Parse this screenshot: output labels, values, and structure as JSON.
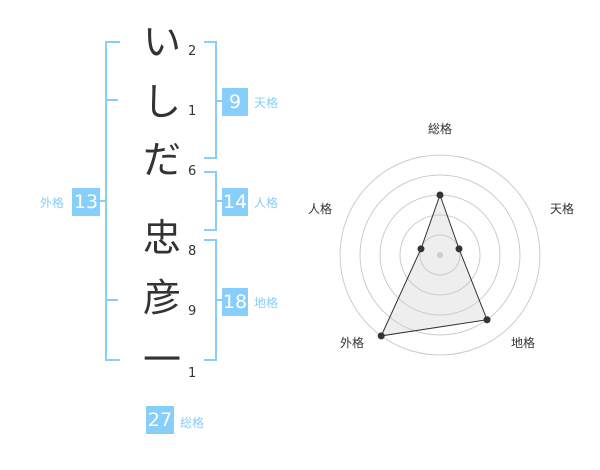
{
  "name": {
    "characters": [
      {
        "char": "い",
        "strokes": "2"
      },
      {
        "char": "し",
        "strokes": "1"
      },
      {
        "char": "だ",
        "strokes": "6"
      },
      {
        "char": "忠",
        "strokes": "8"
      },
      {
        "char": "彦",
        "strokes": "9"
      },
      {
        "char": "一",
        "strokes": "1"
      }
    ]
  },
  "fortune": {
    "tenkaku": {
      "value": "9",
      "label": "天格"
    },
    "jinkaku": {
      "value": "14",
      "label": "人格"
    },
    "chikaku": {
      "value": "18",
      "label": "地格"
    },
    "gaikaku": {
      "value": "13",
      "label": "外格"
    },
    "soukaku": {
      "value": "27",
      "label": "総格"
    }
  },
  "colors": {
    "accent": "#87cefa",
    "text": "#333333"
  },
  "chart_data": {
    "type": "radar",
    "axes": [
      "総格",
      "天格",
      "地格",
      "外格",
      "人格"
    ],
    "values": [
      3,
      1,
      4,
      5,
      1
    ],
    "max": 5,
    "grid_rings": 5
  }
}
